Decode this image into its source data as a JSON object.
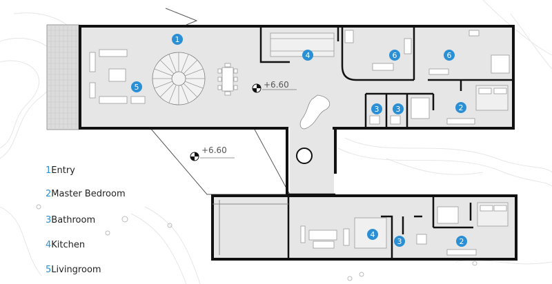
{
  "colors": {
    "badge": "#2a8fd4",
    "floor": "#e6e6e6",
    "wall": "#111111",
    "terrace": "#d9d9d9",
    "contour": "#e9e9e9"
  },
  "level_markers": [
    {
      "label": "+6.60"
    },
    {
      "label": "+6.60"
    }
  ],
  "room_badges": [
    {
      "number": "1"
    },
    {
      "number": "5"
    },
    {
      "number": "4"
    },
    {
      "number": "6"
    },
    {
      "number": "6"
    },
    {
      "number": "3"
    },
    {
      "number": "3"
    },
    {
      "number": "2"
    },
    {
      "number": "4"
    },
    {
      "number": "3"
    },
    {
      "number": "2"
    }
  ],
  "legend": [
    {
      "number": "1",
      "label": "Entry"
    },
    {
      "number": "2",
      "label": "Master Bedroom"
    },
    {
      "number": "3",
      "label": "Bathroom"
    },
    {
      "number": "4",
      "label": "Kitchen"
    },
    {
      "number": "5",
      "label": "Livingroom"
    }
  ]
}
